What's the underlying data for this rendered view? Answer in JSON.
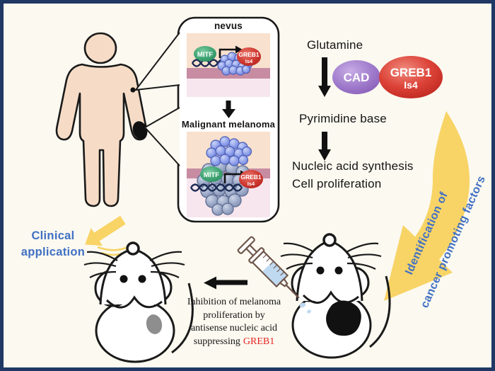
{
  "figure": {
    "title_region": "melanoma research summary diagram",
    "colors": {
      "border_navy": "#203864",
      "background_cream": "#FBF9F0",
      "accent_yellow": "#F8D466",
      "clinical_blue": "#4170C4",
      "gene_red": "#E8251F",
      "mitf_green": "#3FA371",
      "cad_purple": "#9A72C6",
      "greb1_red": "#D03A32",
      "skin": "#F6DCC6"
    }
  },
  "nevus_box": {
    "nevus_label": "nevus",
    "melanoma_label": "Malignant melanoma",
    "mitf": "MITF",
    "greb1": "GREB1",
    "is4": "Is4"
  },
  "pathway": {
    "glutamine": "Glutamine",
    "cad": "CAD",
    "greb1": "GREB1",
    "is4": "Is4",
    "pyrimidine_base": "Pyrimidine base",
    "nucleic_acid_synthesis": "Nucleic acid synthesis",
    "cell_proliferation": "Cell proliferation"
  },
  "identification_arrow": {
    "line1": "Identification of",
    "line2": "cancer promoting factors"
  },
  "experiment": {
    "caption_line1": "Inhibition of melanoma",
    "caption_line2": "proliferation by",
    "caption_line3": "antisense nucleic acid",
    "caption_line4_prefix": "suppressing",
    "caption_gene": "GREB1"
  },
  "clinical": {
    "line1": "Clinical",
    "line2": "application"
  }
}
